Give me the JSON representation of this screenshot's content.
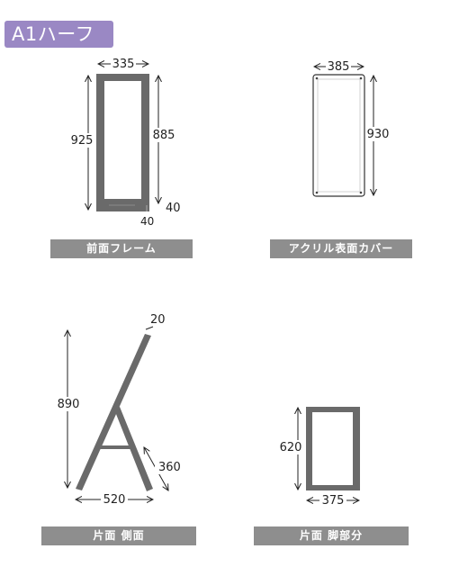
{
  "title": "A1ハーフ",
  "colors": {
    "badge": "#9a88c4",
    "label_bar": "#8e8e8e",
    "frame": "#6a6a6a"
  },
  "panels": {
    "front_frame": {
      "label": "前面フレーム",
      "width": "335",
      "outer_height": "925",
      "inner_height": "885",
      "bottom": "40",
      "bottom_width": "40"
    },
    "acrylic_cover": {
      "label": "アクリル表面カバー",
      "width": "385",
      "height": "930"
    },
    "single_side": {
      "label": "片面 側面",
      "height": "890",
      "top": "20",
      "leg": "360",
      "base": "520"
    },
    "single_leg": {
      "label": "片面 脚部分",
      "height": "620",
      "width": "375"
    }
  }
}
